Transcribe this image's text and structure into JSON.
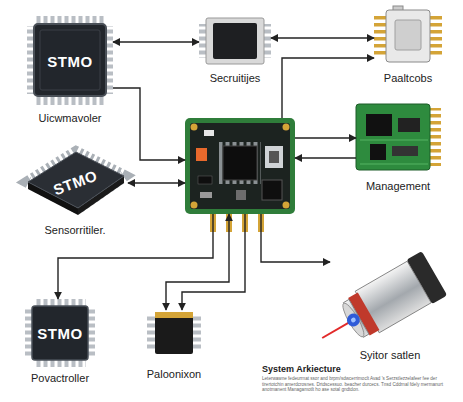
{
  "diagram": {
    "title": "System Arkiecture",
    "caption": "Leterwawne fedeurrnat ssor and brpm/sdwcerrimoclt Avad 's Serzstlezzelafeer fee der tirertotchin amerdcrosnes. Drtdscessuo. beacher durcecs. Tnsd Cddrnal fdely mermanurt anotmanent Managamotlt ho ase sotal gndtdon.",
    "nodes": [
      {
        "text": [
          "STMO",
          "Uicwmavoler"
        ]
      },
      {
        "text": [
          "Secruitijes"
        ]
      },
      {
        "text": [
          "Paaltcobs"
        ]
      },
      {
        "text": [
          "STMO",
          "Sensorritiler."
        ]
      },
      {
        "text": []
      },
      {
        "text": [
          "Management"
        ]
      },
      {
        "text": [
          "STMO",
          "Povactroller"
        ]
      },
      {
        "text": [
          "Paloonixon"
        ]
      },
      {
        "text": [
          "Syitor satlen"
        ]
      }
    ],
    "edges": [
      {
        "from": 0,
        "to": 1,
        "arrow": "both"
      },
      {
        "from": 1,
        "to": 2,
        "arrow": "both"
      },
      {
        "from": 0,
        "to": 4,
        "arrow": "to"
      },
      {
        "from": 3,
        "to": 4,
        "arrow": "both"
      },
      {
        "from": 4,
        "to": 2,
        "arrow": "to"
      },
      {
        "from": 4,
        "to": 5,
        "arrow": "to"
      },
      {
        "from": 5,
        "to": 4,
        "arrow": "to"
      },
      {
        "from": 4,
        "to": 6,
        "arrow": "to"
      },
      {
        "from": 4,
        "to": 7,
        "arrow": "both"
      },
      {
        "from": 4,
        "to": 7,
        "arrow": "to"
      },
      {
        "from": 4,
        "to": 8,
        "arrow": "to"
      }
    ]
  }
}
